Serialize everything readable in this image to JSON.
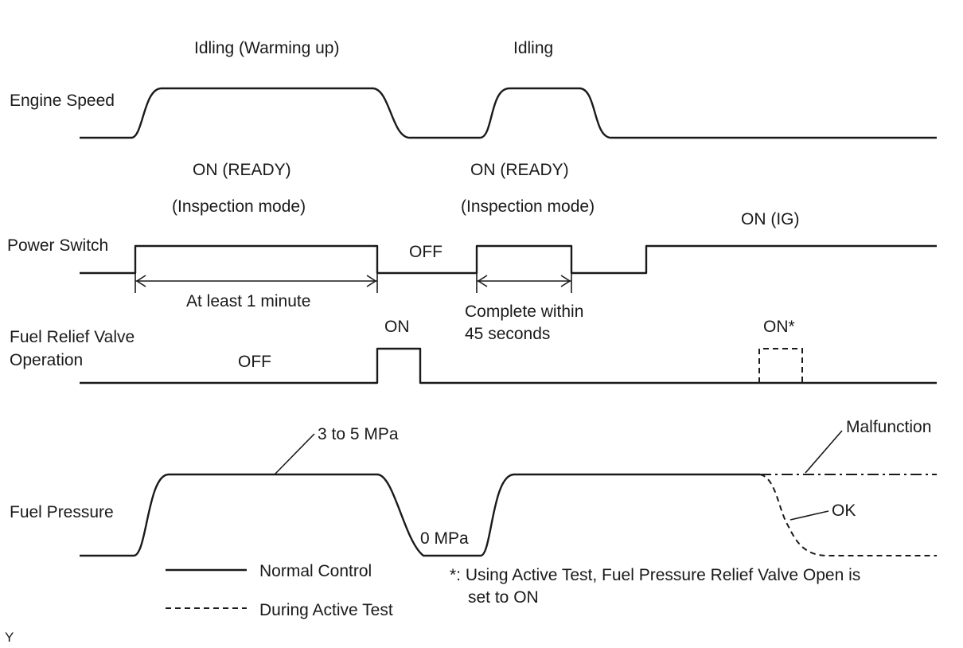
{
  "signals": {
    "engine_speed": "Engine Speed",
    "power_switch": "Power Switch",
    "fuel_relief_valve_line1": "Fuel Relief Valve",
    "fuel_relief_valve_line2": "Operation",
    "fuel_pressure": "Fuel Pressure"
  },
  "engine_speed": {
    "idling_warming_up": "Idling (Warming up)",
    "idling": "Idling"
  },
  "power_switch": {
    "on_ready_1": "ON (READY)",
    "inspection_mode_1": "(Inspection mode)",
    "on_ready_2": "ON (READY)",
    "inspection_mode_2": "(Inspection mode)",
    "off": "OFF",
    "on_ig": "ON (IG)",
    "at_least_1_minute": "At least 1 minute",
    "complete_within_line1": "Complete within",
    "complete_within_line2": "45 seconds"
  },
  "fuel_relief_valve": {
    "on": "ON",
    "off": "OFF",
    "on_star": "ON*"
  },
  "fuel_pressure": {
    "pressure_3_to_5": "3 to 5 MPa",
    "pressure_0": "0 MPa",
    "malfunction": "Malfunction",
    "ok": "OK"
  },
  "legend": {
    "normal_control": "Normal Control",
    "during_active_test": "During Active Test"
  },
  "footnote": {
    "line1": "*: Using Active Test, Fuel Pressure Relief Valve Open  is",
    "line2": "set to ON"
  },
  "corner_mark": "Y"
}
